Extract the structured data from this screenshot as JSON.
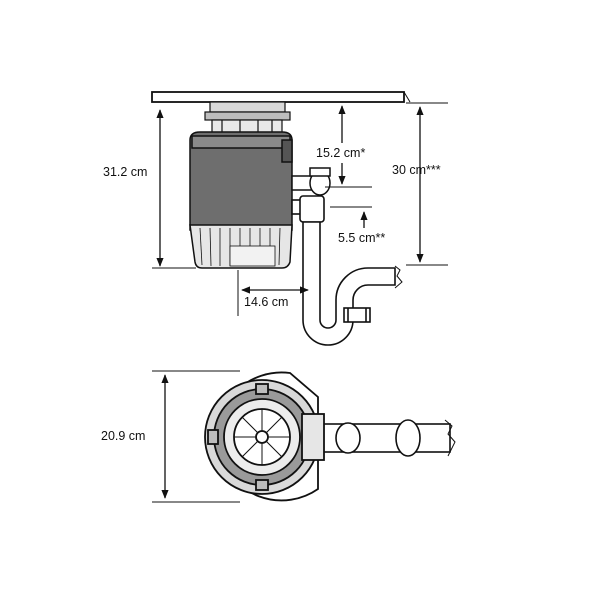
{
  "colors": {
    "ink": "#111111",
    "body_fill": "#6e6e6e",
    "body_dark": "#555555",
    "light_fill": "#d9d9d9",
    "pipe_fill": "#ffffff"
  },
  "dimensions": {
    "height_total": "31.2 cm",
    "inlet_to_outlet": "15.2 cm*",
    "outlet_offset": "5.5 cm**",
    "drain_height": "30 cm***",
    "outlet_reach": "14.6 cm",
    "diameter": "20.9 cm"
  }
}
